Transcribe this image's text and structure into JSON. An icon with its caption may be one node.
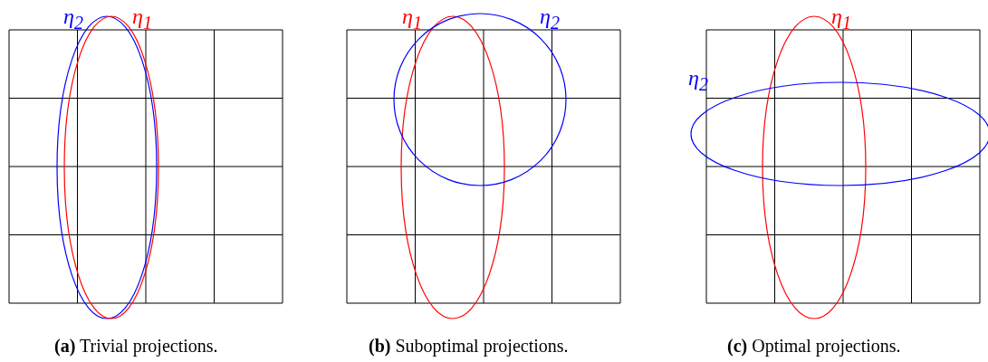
{
  "diagram": {
    "labels": [
      "η$_{2}$",
      "η$_{1}$",
      "η$_{1}$",
      "η$_{2}$",
      "η$_{1}$",
      "η$_{2}$",
      "**(a)** Trivial projections.",
      "**(b)** Suboptimal projections.",
      "**(c)** Optimal projections."
    ]
  }
}
